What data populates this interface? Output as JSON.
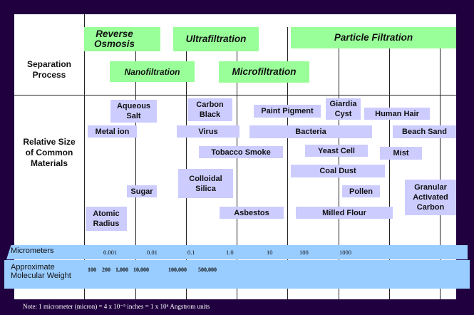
{
  "row_labels": {
    "separation": "Separation\nProcess",
    "materials": "Relative Size\nof Common\nMaterials"
  },
  "processes": [
    "Reverse\n   Osmosis",
    "Ultrafiltration",
    "Particle Filtration",
    "Nanofiltration",
    "Microfiltration"
  ],
  "materials": [
    "Aqueous\nSalt",
    "Carbon\nBlack",
    "Paint Pigment",
    "Giardia\nCyst",
    "Human Hair",
    "Metal ion",
    "Virus",
    "Bacteria",
    "Beach Sand",
    "Tobacco Smoke",
    "Yeast Cell",
    "Mist",
    "Coal Dust",
    "Colloidal\nSilica",
    "Sugar",
    "Pollen",
    "Granular\nActivated\nCarbon",
    "Atomic\nRadius",
    "Asbestos",
    "Milled Flour"
  ],
  "scale": {
    "micrometers_label": "Micrometers",
    "micrometers": [
      "0.001",
      "0.01",
      "0.1",
      "1.0",
      "10",
      "100",
      "1000"
    ],
    "mw_label": "Approximate\nMolecular Weight",
    "mw": [
      "100",
      "200",
      "1,000",
      "10,000",
      "100,000",
      "500,000"
    ]
  },
  "note": "Note: 1 micrometer (micron) = 4 x 10⁻⁵ inches = 1 x 10⁴ Angstrom units",
  "colors": {
    "background": "#20003f",
    "process": "#99ff99",
    "material": "#ccccff",
    "band": "#99ccff"
  }
}
